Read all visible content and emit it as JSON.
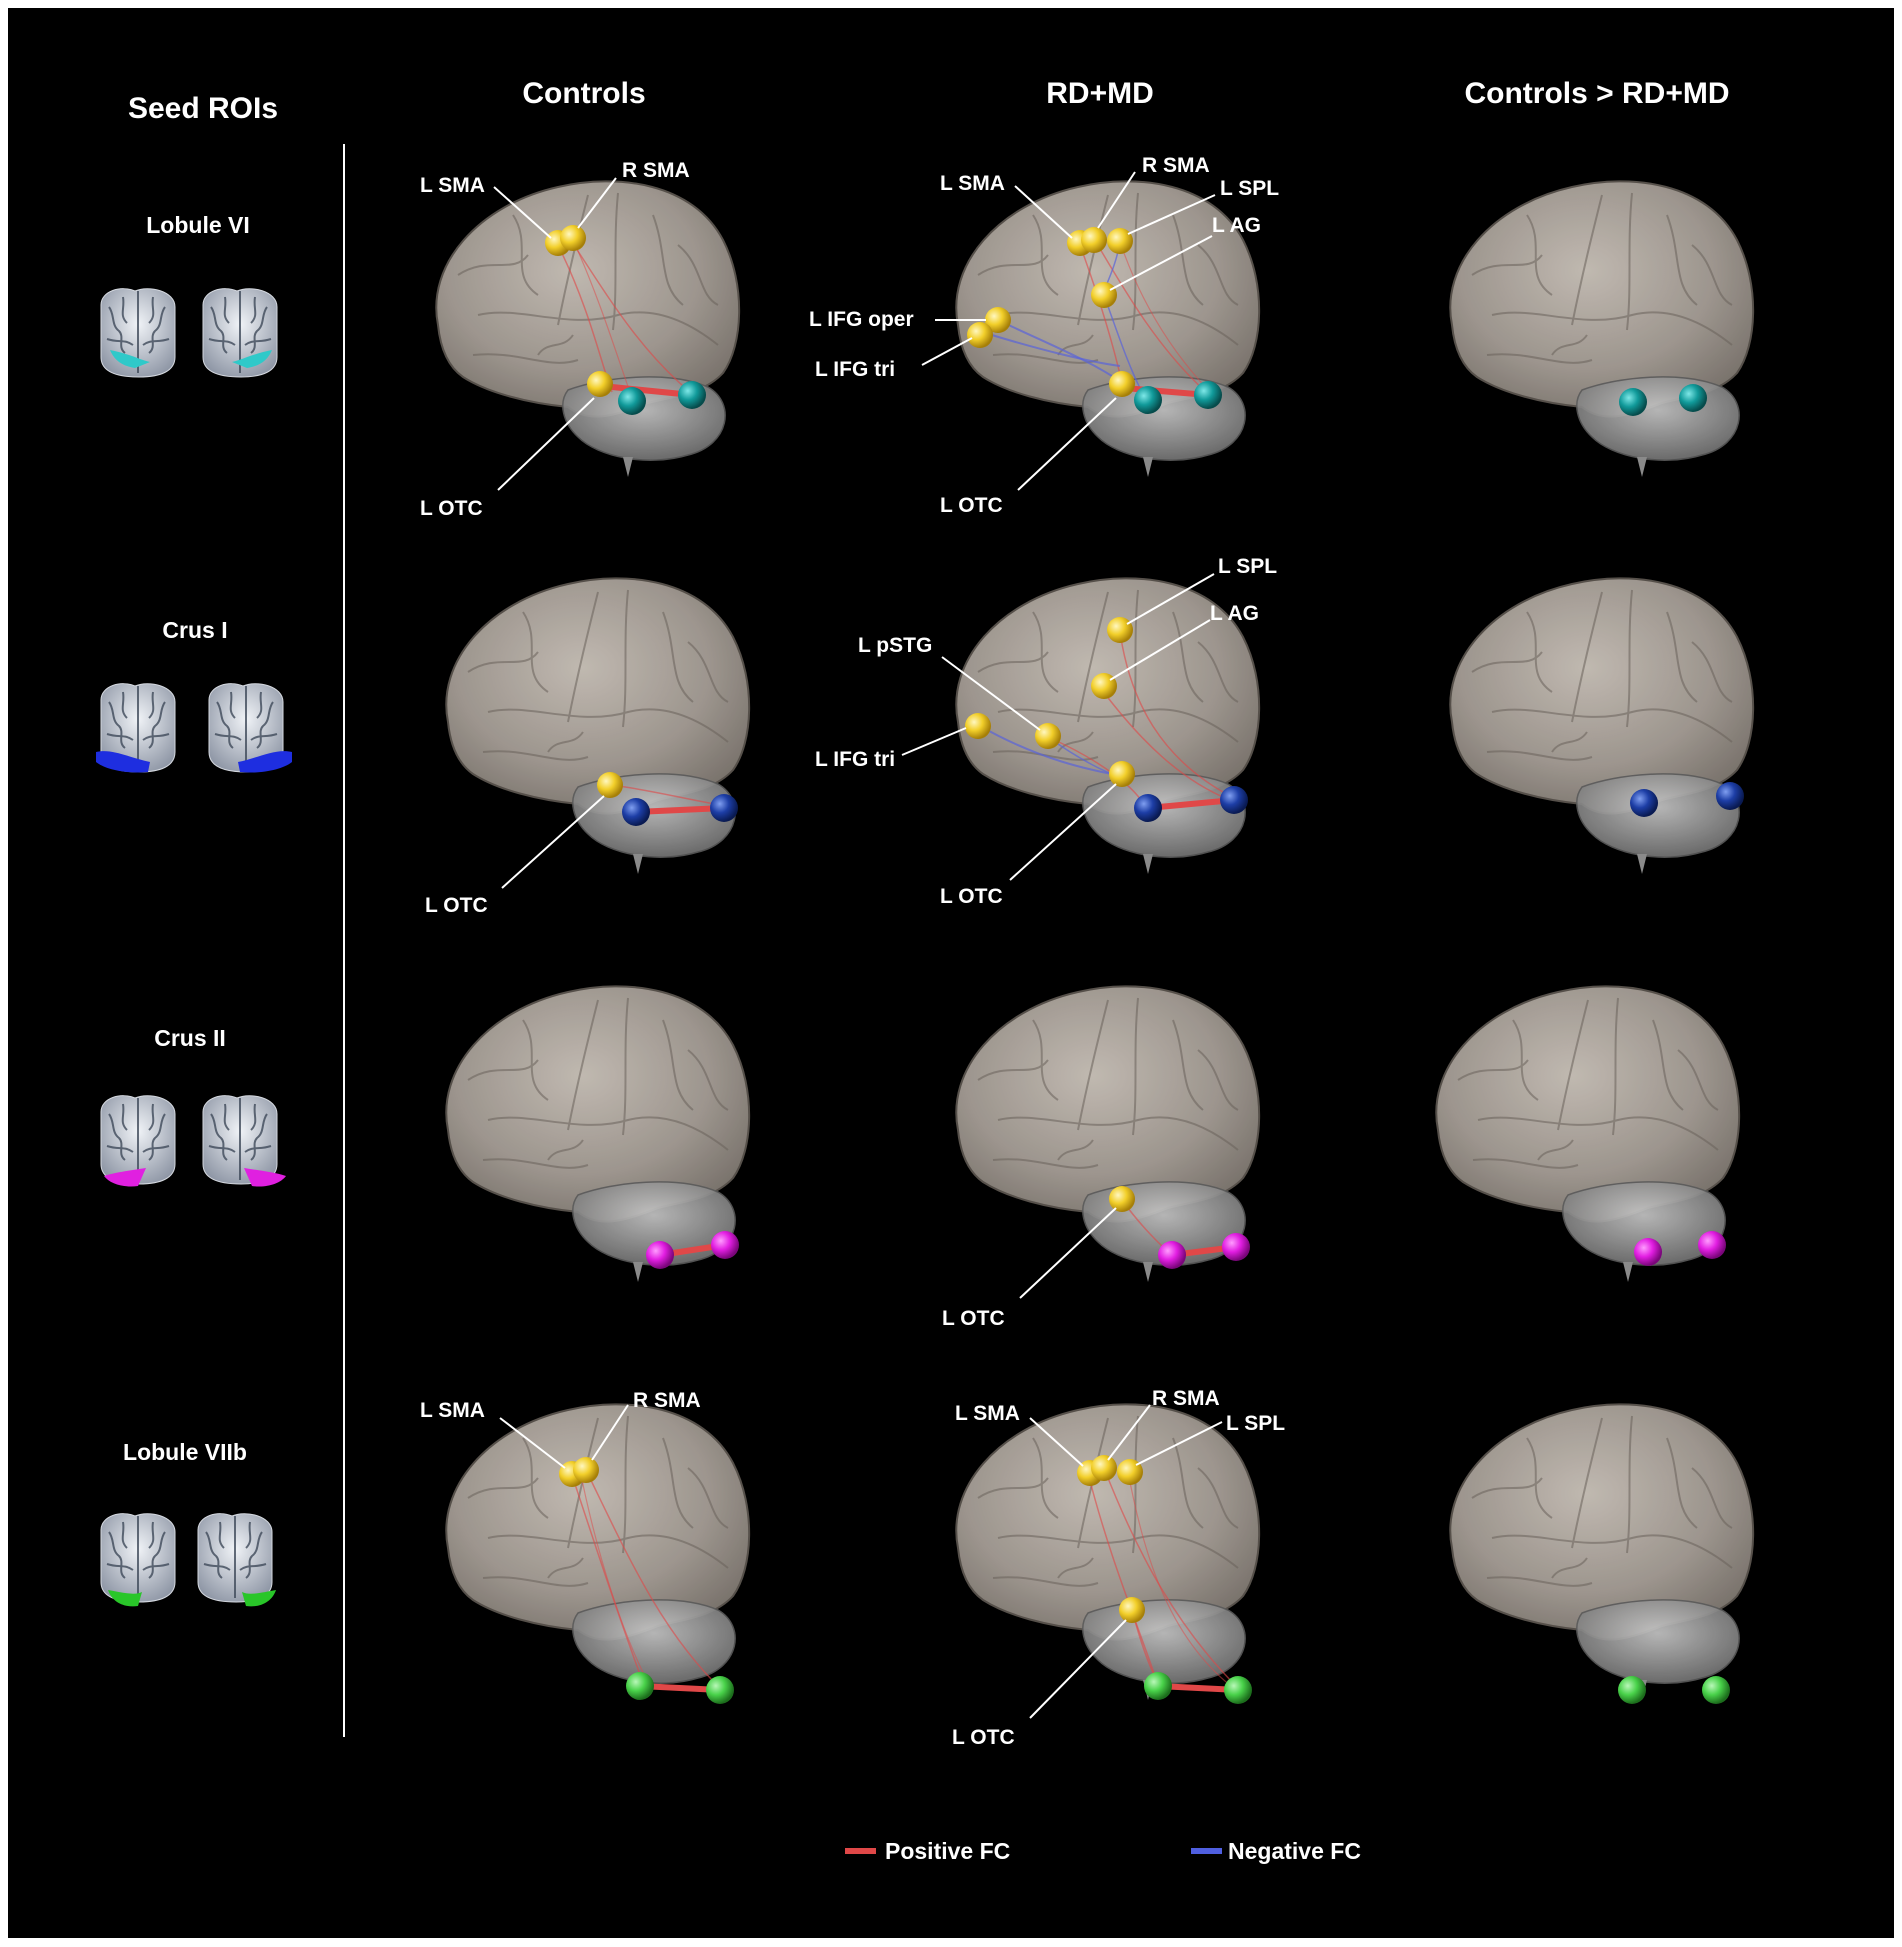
{
  "headers": {
    "seed": "Seed ROIs",
    "controls": "Controls",
    "rdmd": "RD+MD",
    "diff": "Controls > RD+MD"
  },
  "rows": [
    {
      "seed": "Lobule VI",
      "seed_color": "#2fc9c9",
      "node_color": "#0f8f8f"
    },
    {
      "seed": "Crus I",
      "seed_color": "#1e2ee0",
      "node_color": "#1b3aa0"
    },
    {
      "seed": "Crus II",
      "seed_color": "#e020e0",
      "node_color": "#e21ee2"
    },
    {
      "seed": "Lobule VIIb",
      "seed_color": "#29c629",
      "node_color": "#49d24a"
    }
  ],
  "labels": {
    "r1_controls": [
      "L SMA",
      "R SMA",
      "L OTC"
    ],
    "r1_rdmd": [
      "L SMA",
      "R SMA",
      "L SPL",
      "L AG",
      "L IFG oper",
      "L IFG tri",
      "L OTC"
    ],
    "r2_controls": [
      "L OTC"
    ],
    "r2_rdmd": [
      "L SPL",
      "L AG",
      "L pSTG",
      "L IFG tri",
      "L OTC"
    ],
    "r3_rdmd": [
      "L OTC"
    ],
    "r4_controls": [
      "L SMA",
      "R SMA"
    ],
    "r4_rdmd": [
      "L SMA",
      "R SMA",
      "L SPL",
      "L OTC"
    ]
  },
  "legend": {
    "positive": "Positive FC",
    "negative": "Negative FC",
    "positive_color": "#e04848",
    "negative_color": "#4f5fe0"
  },
  "colors": {
    "background": "#000000",
    "region_node": "#f5d230",
    "positive_line": "#e04848",
    "negative_line": "#5a64d8"
  }
}
